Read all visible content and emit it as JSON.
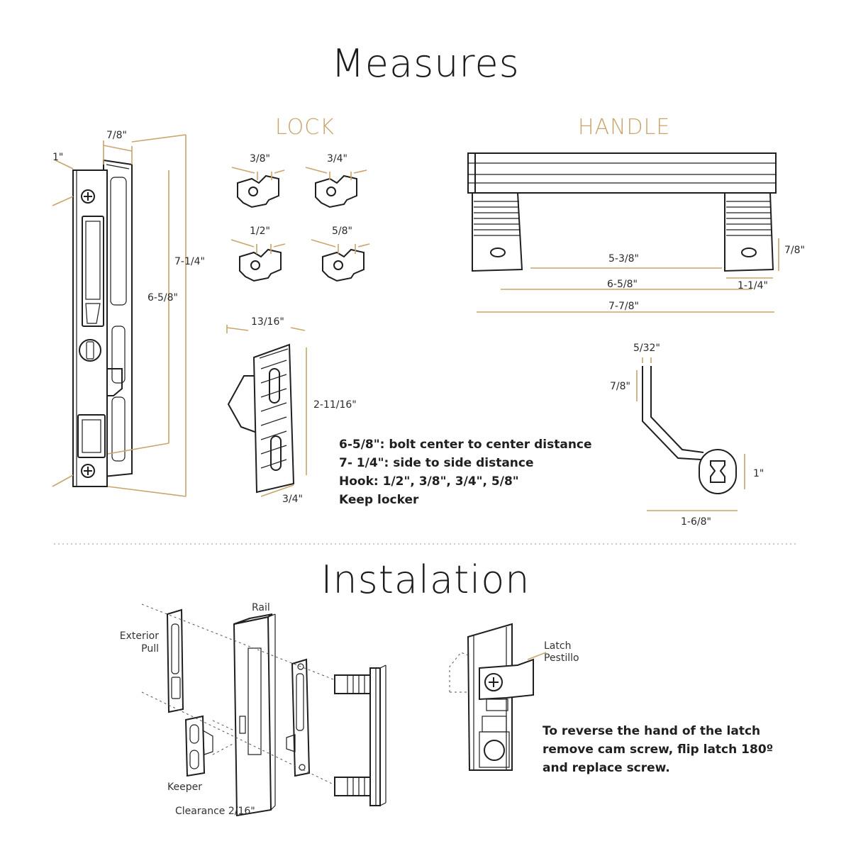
{
  "headings": {
    "measures": "Measures",
    "lock": "LOCK",
    "handle": "HANDLE",
    "installation": "Instalation"
  },
  "body_dims": {
    "width": "7/8\"",
    "faceplate": "1\"",
    "side_to_side": "7-1/4\"",
    "bolt_center": "6-5/8\""
  },
  "hook_dims": [
    "3/8\"",
    "3/4\"",
    "1/2\"",
    "5/8\""
  ],
  "keeper_dims": {
    "width": "13/16\"",
    "height": "2-11/16\"",
    "depth": "3/4\""
  },
  "handle_dims": {
    "inner": "5-3/8\"",
    "center": "6-5/8\"",
    "overall": "7-7/8\"",
    "foot": "1-1/4\"",
    "height": "7/8\""
  },
  "hook_profile_dims": {
    "thickness": "5/32\"",
    "top": "7/8\"",
    "loop": "1\"",
    "base": "1-6/8\""
  },
  "notes": [
    "6-5/8\": bolt center to center distance",
    "7- 1/4\": side to side distance",
    "Hook: 1/2\", 3/8\", 3/4\", 5/8\"",
    "Keep locker"
  ],
  "install_labels": {
    "rail": "Rail",
    "exterior_pull_1": "Exterior",
    "exterior_pull_2": "Pull",
    "keeper": "Keeper",
    "clearance": "Clearance 2/16\"",
    "latch_1": "Latch",
    "latch_2": "Pestillo"
  },
  "reverse_note": [
    "To reverse the hand of the latch",
    "remove cam screw, flip latch 180º",
    "and replace screw."
  ],
  "colors": {
    "accent_gold": "#c9a56b",
    "line": "#1f1f1f",
    "background": "#ffffff"
  }
}
